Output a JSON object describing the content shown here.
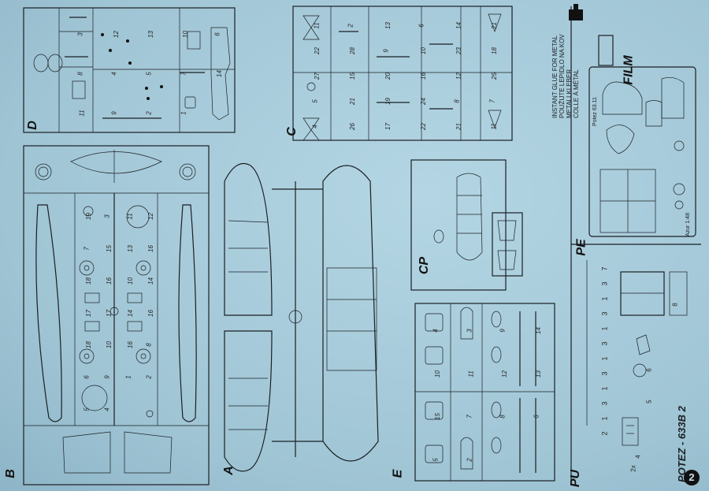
{
  "sprues": {
    "A": "A",
    "B": "B",
    "C": "C",
    "D": "D",
    "E": "E",
    "CP": "CP",
    "PE": "PE",
    "PU": "PU"
  },
  "film_label": "FILM",
  "title": "POTEZ - 633B 2",
  "badge_number": "2",
  "glue_notice": [
    "INSTANT GLUE FOR METAL",
    "POUŽIJTE LEPIDLO NA KOV",
    "METALLKLEBER",
    "COLLE À MÉTAL"
  ],
  "pe_brand": "Potez 63.11",
  "pe_code": "Azur 1:48",
  "pu_numbers": [
    "2",
    "1",
    "3",
    "1",
    "3",
    "1",
    "3",
    "1",
    "3",
    "1",
    "3",
    "7"
  ],
  "pu_part_numbers": [
    "4",
    "5",
    "6",
    "8",
    "2x"
  ],
  "part_numbers_b": [
    "19",
    "3",
    "11",
    "12",
    "7",
    "15",
    "13",
    "16",
    "18",
    "16",
    "10",
    "14",
    "17",
    "17",
    "14",
    "16",
    "18",
    "10",
    "16",
    "8",
    "6",
    "9",
    "1",
    "2",
    "5",
    "4"
  ],
  "part_numbers_c": [
    "11",
    "2",
    "13",
    "6",
    "14",
    "21",
    "22",
    "28",
    "9",
    "10",
    "23",
    "18",
    "27",
    "15",
    "20",
    "16",
    "12",
    "25",
    "5",
    "21",
    "19",
    "24",
    "8",
    "7",
    "4",
    "26",
    "17",
    "22",
    "21",
    "11"
  ],
  "part_numbers_d": [
    "3",
    "12",
    "13",
    "10",
    "6",
    "8",
    "4",
    "5",
    "7",
    "14",
    "11",
    "9",
    "2",
    "1"
  ],
  "part_numbers_e": [
    "4",
    "3",
    "9",
    "14",
    "10",
    "11",
    "12",
    "13",
    "15",
    "7",
    "8",
    "6",
    "5",
    "2"
  ]
}
